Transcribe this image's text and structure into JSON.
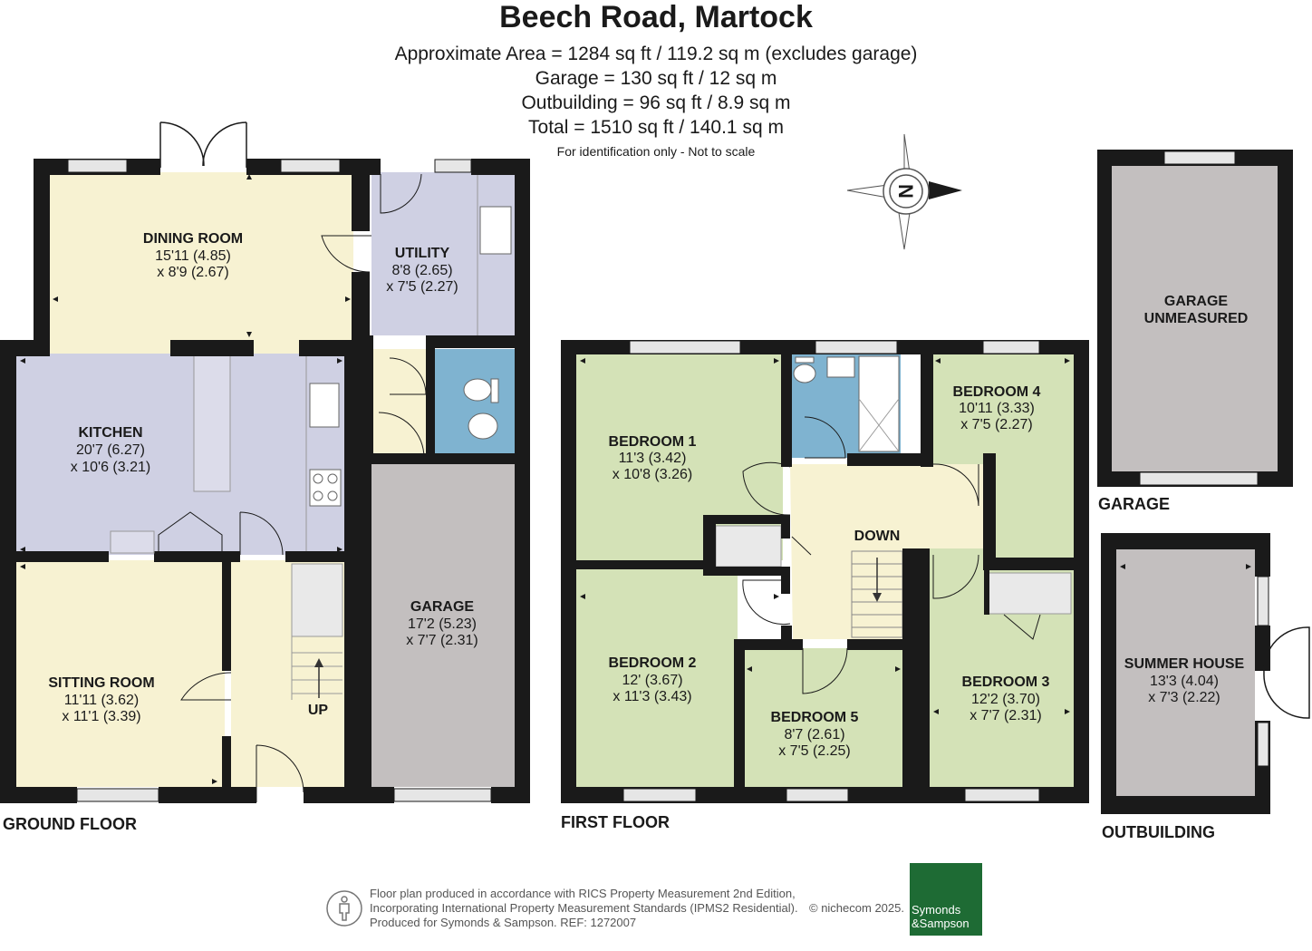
{
  "header": {
    "title": "Beech Road, Martock",
    "areas": [
      "Approximate Area = 1284 sq ft / 119.2 sq m (excludes garage)",
      "Garage = 130 sq ft / 12 sq m",
      "Outbuilding = 96 sq ft / 8.9 sq m",
      "Total = 1510 sq ft / 140.1 sq m"
    ],
    "note": "For identification only - Not to scale"
  },
  "floors": {
    "ground": "GROUND FLOOR",
    "first": "FIRST FLOOR",
    "garage": "GARAGE",
    "outbuilding": "OUTBUILDING"
  },
  "rooms": {
    "dining": {
      "name": "DINING ROOM",
      "dim1": "15'11 (4.85)",
      "dim2": "x 8'9 (2.67)"
    },
    "utility": {
      "name": "UTILITY",
      "dim1": "8'8 (2.65)",
      "dim2": "x 7'5 (2.27)"
    },
    "kitchen": {
      "name": "KITCHEN",
      "dim1": "20'7 (6.27)",
      "dim2": "x 10'6 (3.21)"
    },
    "sitting": {
      "name": "SITTING ROOM",
      "dim1": "11'11 (3.62)",
      "dim2": "x 11'1 (3.39)"
    },
    "garage_gf": {
      "name": "GARAGE",
      "dim1": "17'2 (5.23)",
      "dim2": "x 7'7 (2.31)"
    },
    "bed1": {
      "name": "BEDROOM 1",
      "dim1": "11'3 (3.42)",
      "dim2": "x 10'8 (3.26)"
    },
    "bed2": {
      "name": "BEDROOM 2",
      "dim1": "12' (3.67)",
      "dim2": "x 11'3 (3.43)"
    },
    "bed3": {
      "name": "BEDROOM 3",
      "dim1": "12'2 (3.70)",
      "dim2": "x 7'7 (2.31)"
    },
    "bed4": {
      "name": "BEDROOM 4",
      "dim1": "10'11 (3.33)",
      "dim2": "x 7'5 (2.27)"
    },
    "bed5": {
      "name": "BEDROOM 5",
      "dim1": "8'7 (2.61)",
      "dim2": "x 7'5 (2.25)"
    },
    "garage_out": {
      "name1": "GARAGE",
      "name2": "UNMEASURED"
    },
    "summer": {
      "name": "SUMMER HOUSE",
      "dim1": "13'3 (4.04)",
      "dim2": "x 7'3 (2.22)"
    }
  },
  "stairs": {
    "up": "UP",
    "down": "DOWN"
  },
  "compass": {
    "letter": "N"
  },
  "footer": {
    "lines": [
      "Floor plan produced in accordance with RICS Property Measurement 2nd Edition,",
      "Incorporating International Property Measurement Standards (IPMS2 Residential).",
      "Produced for Symonds & Sampson.    REF:  1272007"
    ],
    "copyright": "© nichecom 2025.",
    "brand1": "Symonds",
    "brand2": "&Sampson"
  },
  "colors": {
    "wall": "#1a1a1a",
    "yellow": "#f7f2d2",
    "lavender": "#cfd0e3",
    "grey": "#c3bfbf",
    "green": "#d4e2b7",
    "blue": "#7fb3d0",
    "brand": "#1e6b34"
  }
}
